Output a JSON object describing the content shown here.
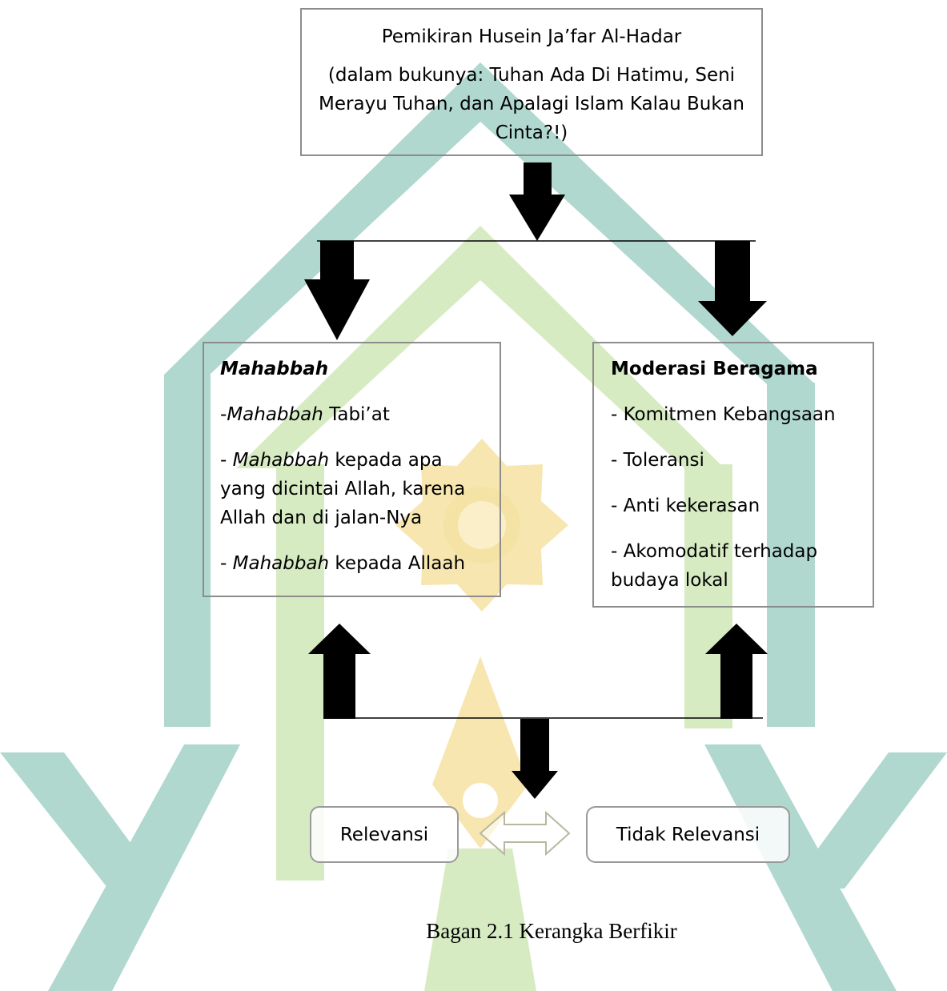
{
  "colors": {
    "watermark_teal": "#b0d8cf",
    "watermark_green": "#d6ebc2",
    "watermark_gold": "#f7e6b0",
    "arrow": "#000000",
    "box_border": "#8c8c8c"
  },
  "top_box": {
    "line1": "Pemikiran Husein Ja’far Al-Hadar",
    "line2": "(dalam bukunya: Tuhan Ada Di Hatimu, Seni Merayu Tuhan, dan Apalagi Islam Kalau Bukan Cinta?!)"
  },
  "mahabbah": {
    "title": "Mahabbah",
    "items": [
      {
        "prefix": "-",
        "term": "Mahabbah",
        "rest": " Tabi’at"
      },
      {
        "prefix": "- ",
        "term": "Mahabbah",
        "rest": " kepada apa yang dicintai  Allah, karena Allah dan di jalan-Nya"
      },
      {
        "prefix": "- ",
        "term": "Mahabbah",
        "rest": " kepada Allaah"
      }
    ]
  },
  "moderasi": {
    "title": "Moderasi Beragama",
    "items": [
      "- Komitmen Kebangsaan",
      "- Toleransi",
      "- Anti kekerasan",
      "- Akomodatif terhadap budaya lokal"
    ]
  },
  "outcomes": {
    "left": "Relevansi",
    "right": "Tidak Relevansi"
  },
  "caption": "Bagan 2.1 Kerangka Berfikir"
}
